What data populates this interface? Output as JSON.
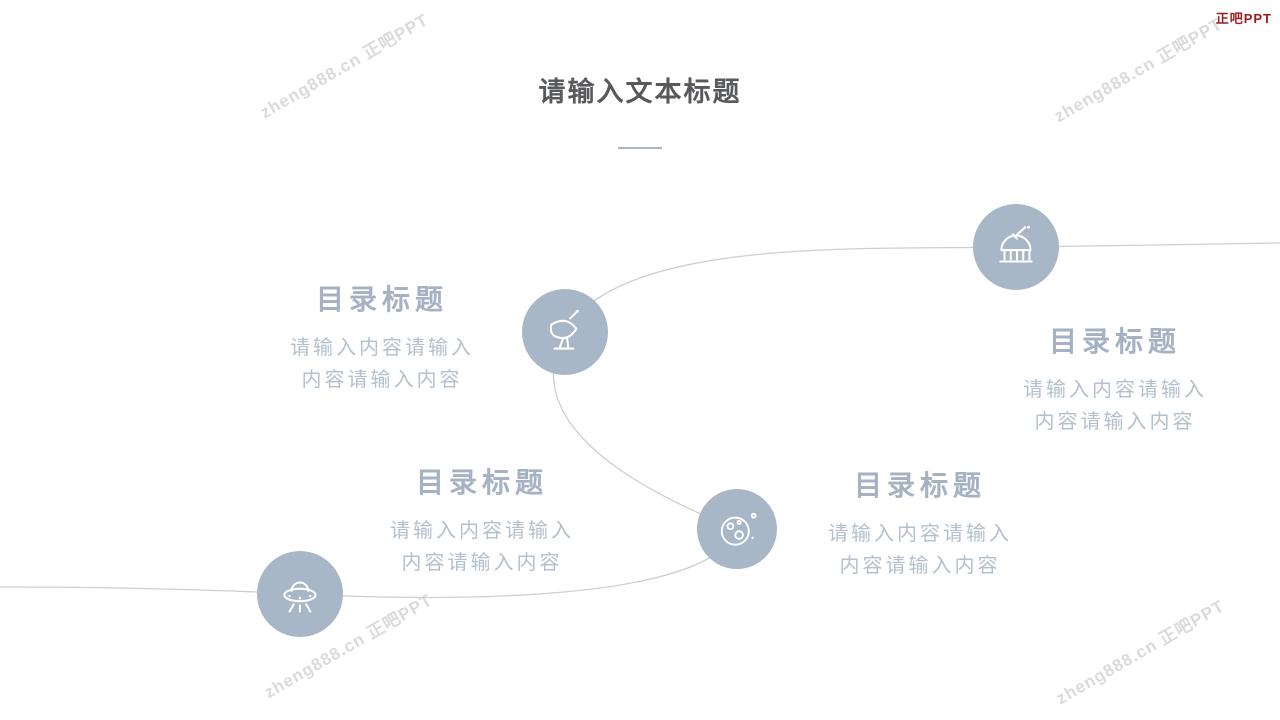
{
  "title": {
    "text": "请输入文本标题"
  },
  "watermark": {
    "text": "zheng888.cn 正吧PPT"
  },
  "corner_logo": {
    "text": "正吧PPT"
  },
  "colors": {
    "accent_circle": "#a8b7c7",
    "heading_text": "#a4b2c3",
    "body_text": "#b3c0cd",
    "title_text": "#58595b",
    "connector_line": "#cfcfcf",
    "watermark_text": "#dadada",
    "logo_text": "#9e1c1c"
  },
  "sections": [
    {
      "id": "top-left",
      "heading": "目录标题",
      "body_line1": "请输入内容请输入",
      "body_line2": "内容请输入内容",
      "icon": "satellite-dish-icon"
    },
    {
      "id": "right",
      "heading": "目录标题",
      "body_line1": "请输入内容请输入",
      "body_line2": "内容请输入内容",
      "icon": "observatory-icon"
    },
    {
      "id": "bottom-middle",
      "heading": "目录标题",
      "body_line1": "请输入内容请输入",
      "body_line2": "内容请输入内容",
      "icon": "ufo-icon"
    },
    {
      "id": "bottom-right",
      "heading": "目录标题",
      "body_line1": "请输入内容请输入",
      "body_line2": "内容请输入内容",
      "icon": "planet-icon"
    }
  ]
}
